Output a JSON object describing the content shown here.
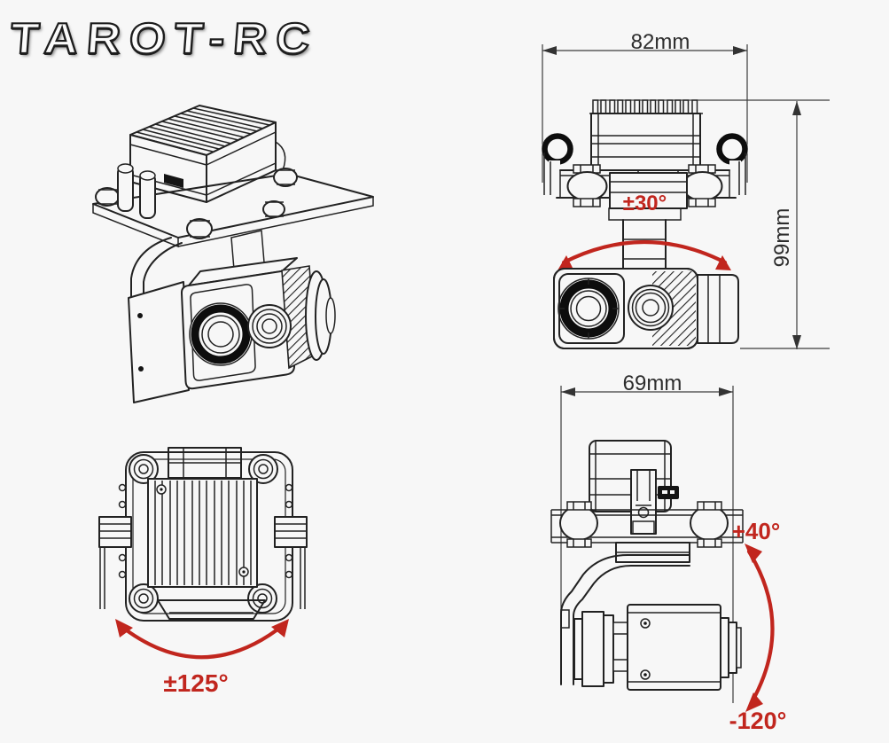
{
  "logo": {
    "text": "TAROT-RC"
  },
  "front_view": {
    "width": "82mm",
    "height": "99mm",
    "roll_range": "±30°"
  },
  "top_view": {
    "pan_range": "±125°"
  },
  "side_view": {
    "depth": "69mm",
    "tilt_up": "+40°",
    "tilt_down": "-120°"
  },
  "colors": {
    "accent_red": "#c1261e",
    "line_dark": "#222222",
    "background": "#f7f7f7"
  }
}
